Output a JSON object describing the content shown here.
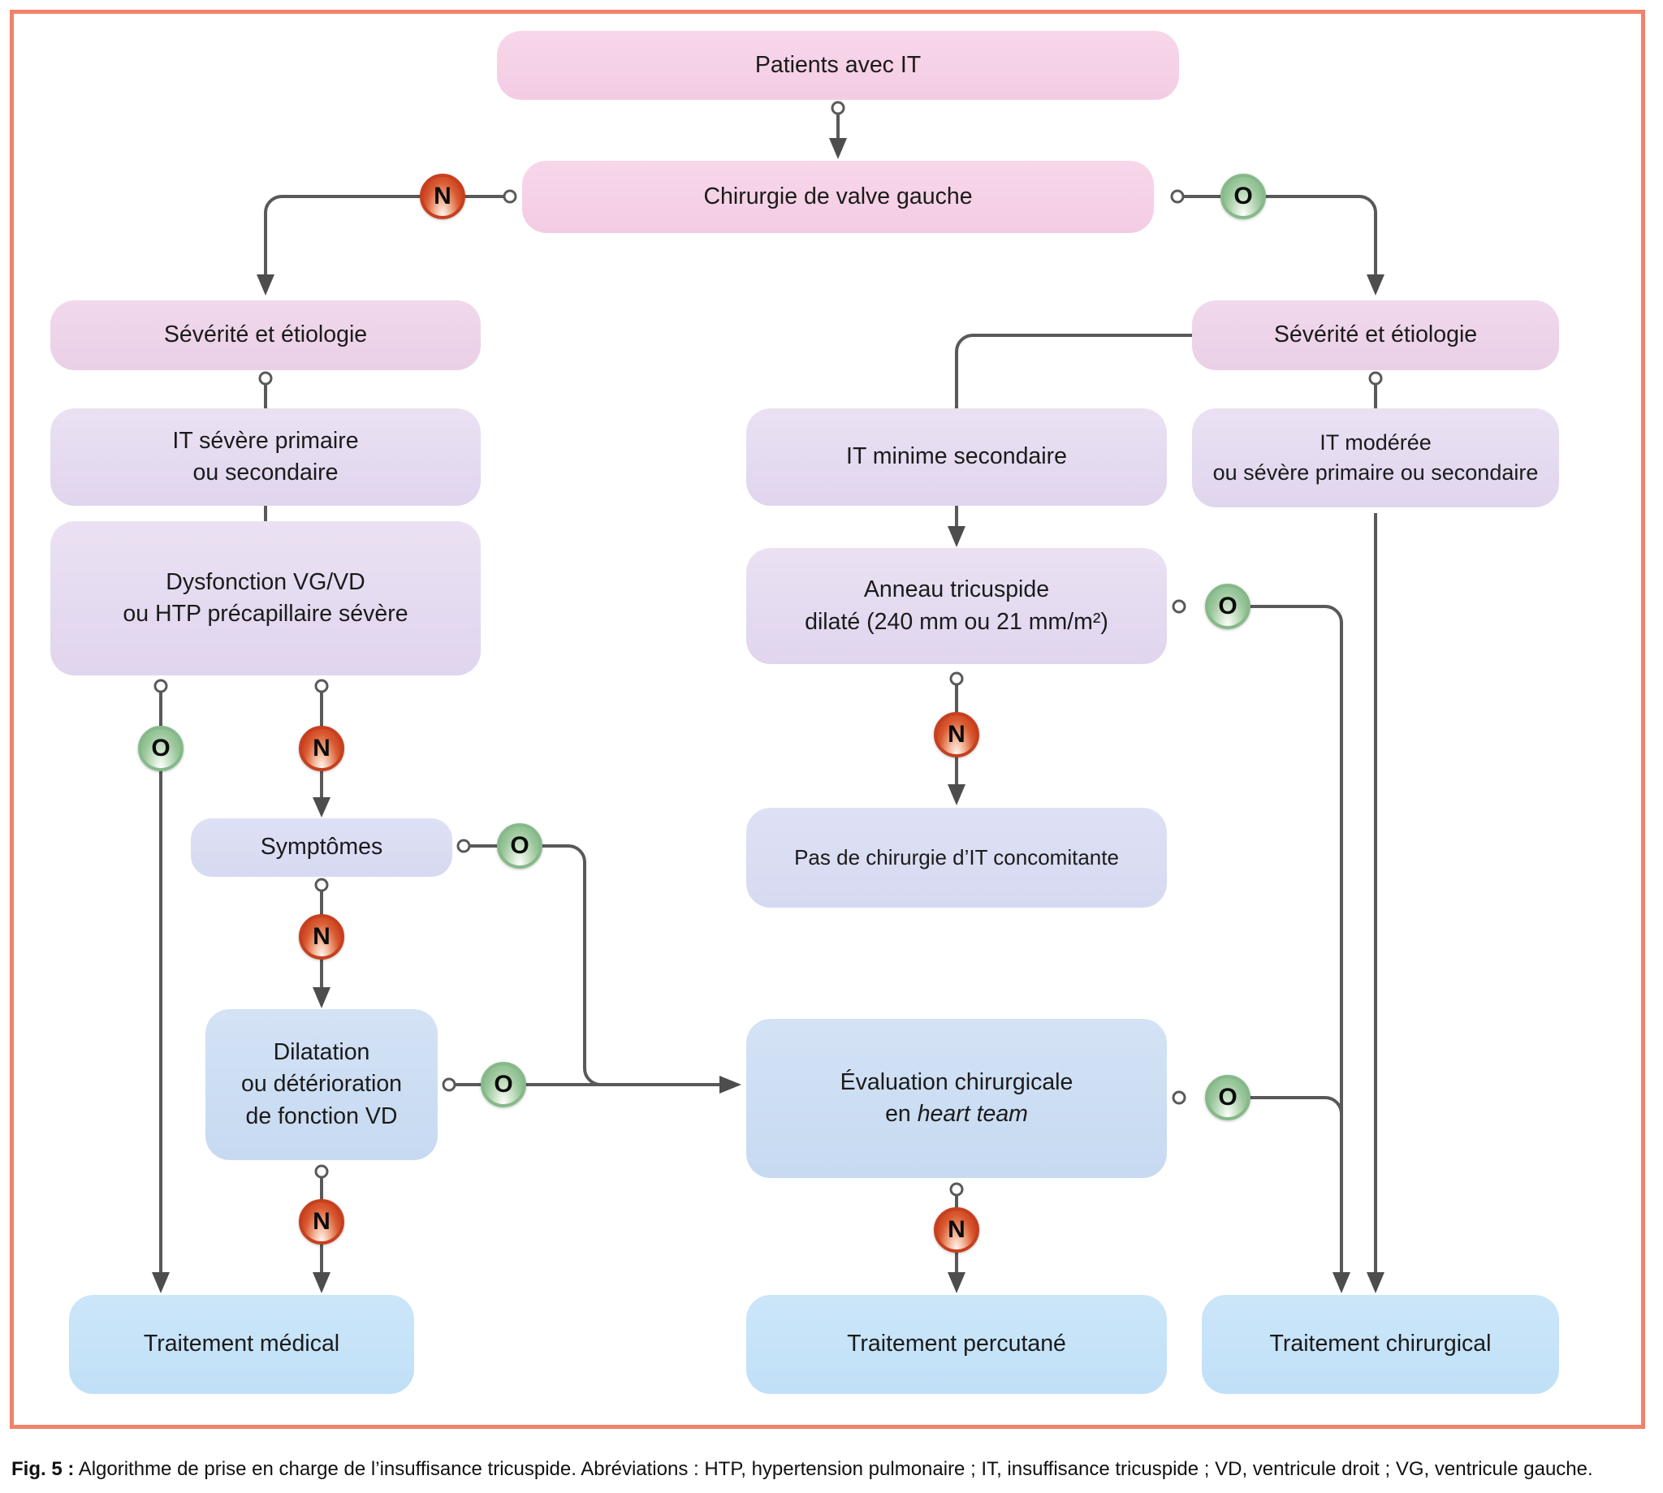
{
  "figure": {
    "caption_label": "Fig. 5 :",
    "caption_text": " Algorithme de prise en charge de l’insuffisance tricuspide. Abréviations : HTP, hypertension pulmonaire ; IT, insuffisance tricuspide ; VD, ventricule droit ; VG, ventricule gauche."
  },
  "badges": {
    "yes": "O",
    "no": "N"
  },
  "colors": {
    "frame_border": "#f2826a",
    "connector": "#595959",
    "badge_yes_green": "#7db383",
    "badge_no_red": "#c6401f",
    "box_pink": "#f5d1e6",
    "box_lavender": "#e5daf0",
    "box_periwinkle": "#dadef3",
    "box_lightblue": "#cdddf3",
    "box_skyblue": "#c6e3f8"
  },
  "nodes": {
    "patients": {
      "label": "Patients avec IT"
    },
    "chirurgie": {
      "label": "Chirurgie de valve gauche"
    },
    "severite_left": {
      "label": "Sévérité et étiologie"
    },
    "severite_right": {
      "label": "Sévérité et étiologie"
    },
    "it_severe": {
      "line1": "IT sévère primaire",
      "line2": "ou secondaire"
    },
    "dysfonction": {
      "line1": "Dysfonction VG/VD",
      "line2": "ou HTP précapillaire sévère"
    },
    "it_minime": {
      "label": "IT minime secondaire"
    },
    "it_moderee": {
      "line1": "IT modérée",
      "line2": "ou sévère primaire ou secondaire"
    },
    "anneau": {
      "line1": "Anneau tricuspide",
      "line2": "dilaté (240 mm ou 21 mm/m²)"
    },
    "symptomes": {
      "label": "Symptômes"
    },
    "pas_chirurgie": {
      "label": "Pas de chirurgie d’IT concomitante"
    },
    "dilatation": {
      "line1": "Dilatation",
      "line2": "ou détérioration",
      "line3": "de fonction VD"
    },
    "evaluation": {
      "line1": "Évaluation chirurgicale",
      "line2_prefix": "en ",
      "line2_italic": "heart team"
    },
    "medical": {
      "label": "Traitement médical"
    },
    "percutane": {
      "label": "Traitement percutané"
    },
    "chirurgical": {
      "label": "Traitement chirurgical"
    }
  }
}
